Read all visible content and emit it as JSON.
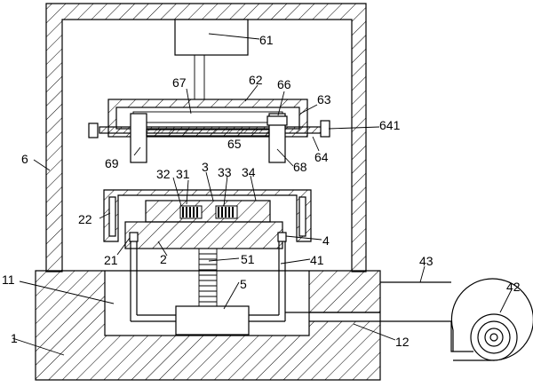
{
  "labels": {
    "l61": "61",
    "l67": "67",
    "l62": "62",
    "l66": "66",
    "l63": "63",
    "l641": "641",
    "l65": "65",
    "l6": "6",
    "l69": "69",
    "l68": "68",
    "l64": "64",
    "l32": "32",
    "l31": "31",
    "l3": "3",
    "l33": "33",
    "l34": "34",
    "l22": "22",
    "l4": "4",
    "l21": "21",
    "l2": "2",
    "l51": "51",
    "l41": "41",
    "l43": "43",
    "l11": "11",
    "l5": "5",
    "l42": "42",
    "l1": "1",
    "l12": "12"
  }
}
